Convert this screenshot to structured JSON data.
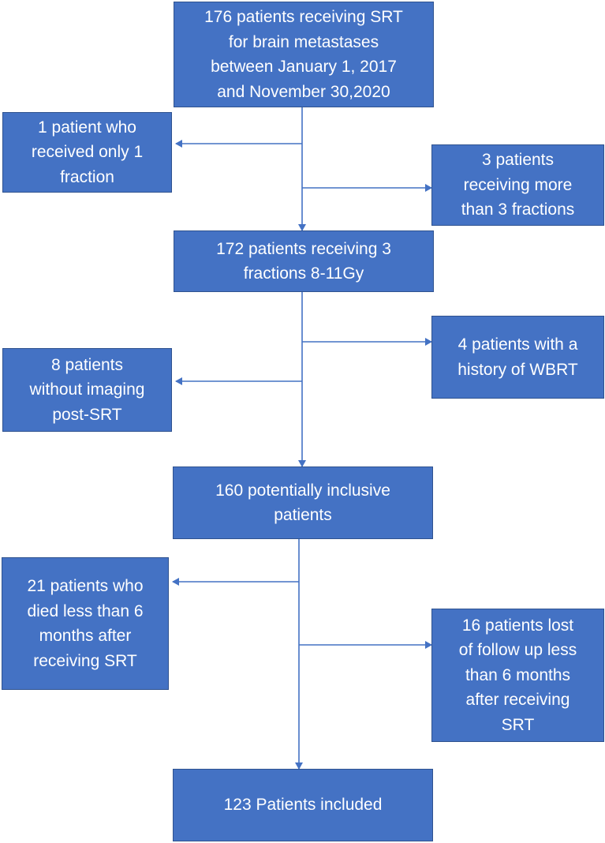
{
  "nodes": {
    "start": "176 patients receiving SRT\nfor brain metastases\nbetween January 1, 2017\nand November 30,2020",
    "excl_one_fraction": "1 patient who\nreceived only 1\nfraction",
    "excl_more_fractions": "3 patients\nreceiving more\nthan 3 fractions",
    "after_fraction_filter": "172 patients receiving 3\nfractions 8-11Gy",
    "excl_wbrt": "4 patients with a\nhistory of WBRT",
    "excl_no_imaging": "8 patients\nwithout imaging\npost-SRT",
    "potential": "160 potentially inclusive\npatients",
    "excl_died": "21 patients who\ndied less than 6\nmonths after\nreceiving SRT",
    "excl_lost": "16 patients lost\nof follow up less\nthan 6 months\nafter receiving\nSRT",
    "included": "123 Patients included"
  },
  "colors": {
    "box_fill": "#4472c4",
    "box_border": "#2f528f",
    "text": "#ffffff",
    "connector": "#4472c4"
  }
}
